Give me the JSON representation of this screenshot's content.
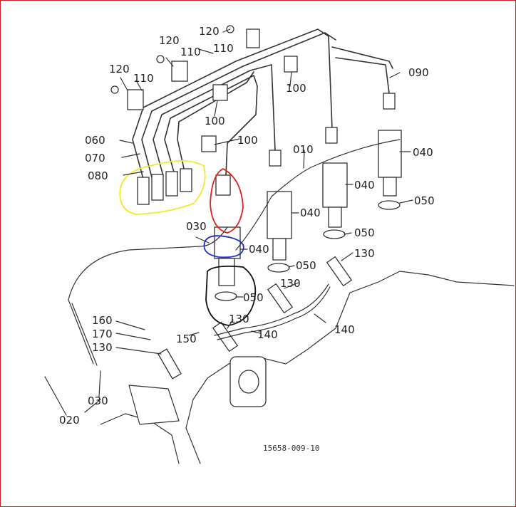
{
  "colors": {
    "ink": "#333333",
    "frame": "#d21e1e",
    "yellow_mark": "#f0ea32",
    "red_mark": "#e0201c",
    "blue_mark": "#1f2fc8",
    "black_mark": "#111111"
  },
  "callouts": {
    "c120a": "120",
    "c120b": "120",
    "c120c": "120",
    "c110a": "110",
    "c110b": "110",
    "c110c": "110",
    "c100a": "100",
    "c100b": "100",
    "c100c": "100",
    "c090": "090",
    "c060": "060",
    "c070": "070",
    "c080": "080",
    "c010": "010",
    "c040a": "040",
    "c040b": "040",
    "c040c": "040",
    "c040d": "040",
    "c050a": "050",
    "c050b": "050",
    "c050c": "050",
    "c050d": "050",
    "c030a": "030",
    "c030b": "030",
    "c130a": "130",
    "c130b": "130",
    "c130c": "130",
    "c130d": "130",
    "c140a": "140",
    "c140b": "140",
    "c150": "150",
    "c160": "160",
    "c170": "170",
    "c020": "020"
  },
  "drawing_code": "15658-009-10"
}
